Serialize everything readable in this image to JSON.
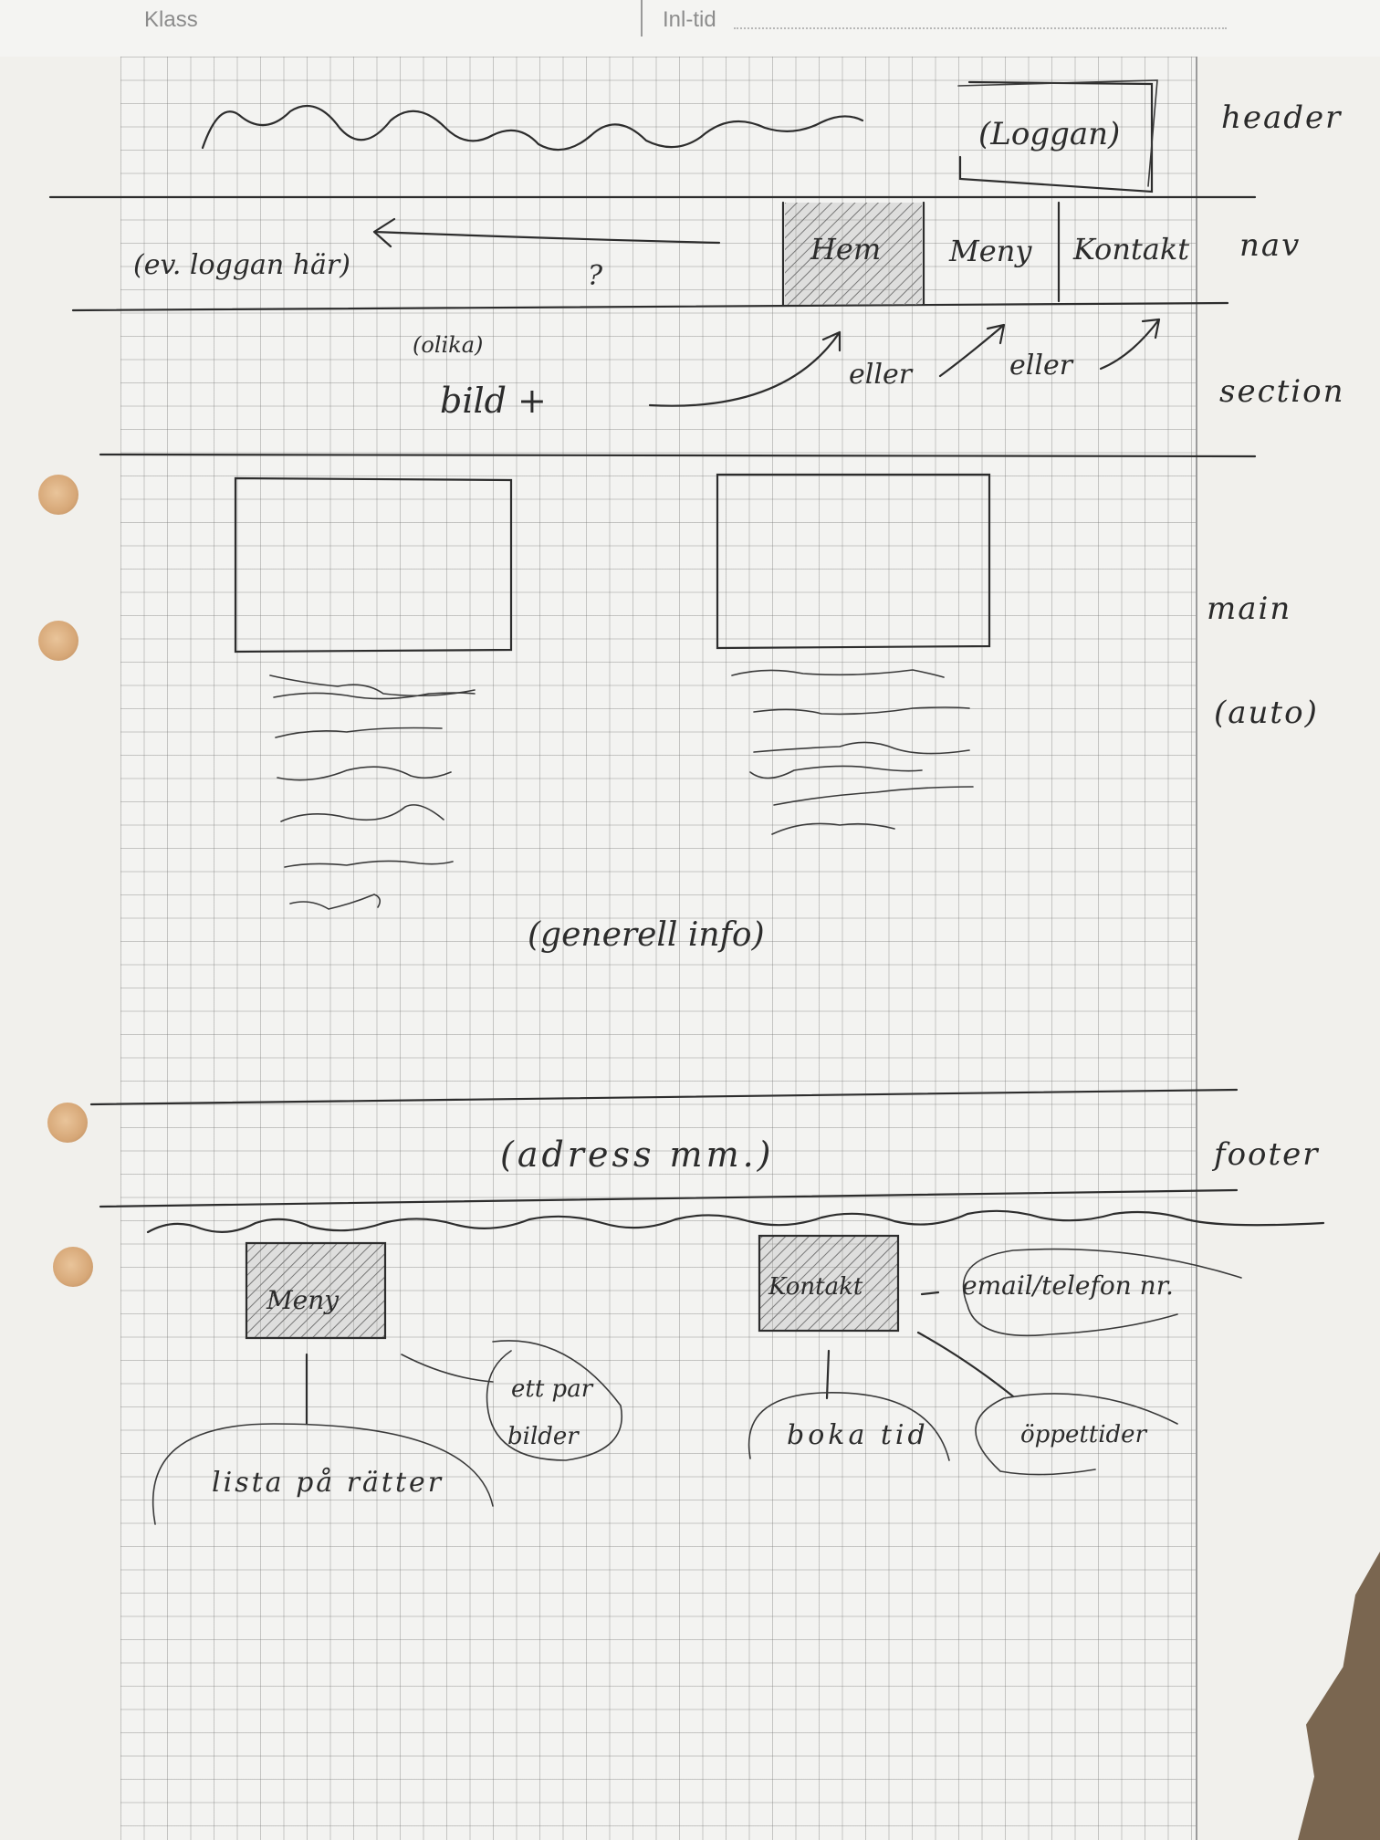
{
  "form": {
    "klass_label": "Klass",
    "inl_tid_label": "Inl-tid"
  },
  "header": {
    "logo_box": "(Loggan)",
    "side_label": "header"
  },
  "nav": {
    "logo_note": "(ev. loggan här)",
    "question": "?",
    "items": [
      {
        "label": "Hem",
        "active": true
      },
      {
        "label": "Meny",
        "active": false
      },
      {
        "label": "Kontakt",
        "active": false
      }
    ],
    "side_label": "nav"
  },
  "section": {
    "note_top": "(olika)",
    "note_main": "bild +",
    "alternatives": [
      "eller",
      "eller"
    ],
    "side_label": "section"
  },
  "main": {
    "info": "(generell info)",
    "side_label": "main",
    "side_note": "(auto)"
  },
  "footer": {
    "address": "(adress mm.)",
    "side_label": "footer"
  },
  "subpages": {
    "meny": {
      "label": "Meny",
      "note_list": "lista på rätter",
      "note_images_1": "ett par",
      "note_images_2": "bilder"
    },
    "kontakt": {
      "label": "Kontakt",
      "note_contact": "email/telefon nr.",
      "note_booking": "boka tid",
      "note_hours": "öppettider"
    }
  },
  "colors": {
    "ink": "#2d2d2d",
    "grid": "#9a9a9a",
    "paper": "#f1f0ec"
  }
}
